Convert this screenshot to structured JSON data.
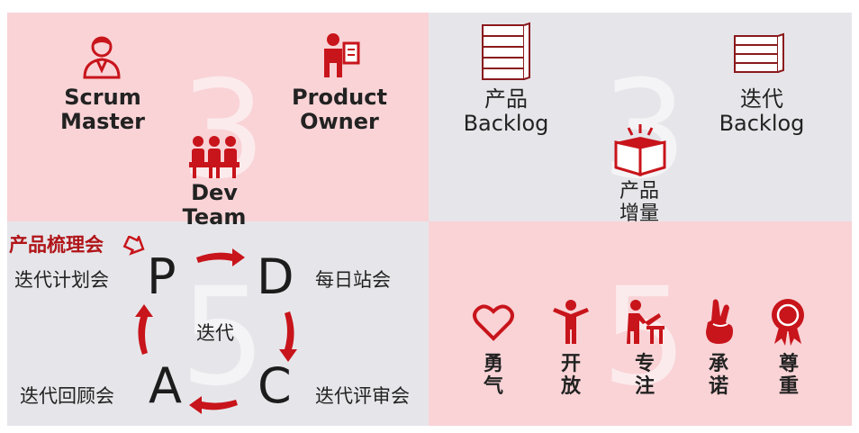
{
  "colors": {
    "accent": "#c8141b",
    "pink_panel": "#f9d3d6",
    "gray_panel": "#e6e6ea"
  },
  "numbers": {
    "roles": "3",
    "artifacts": "3",
    "events": "5",
    "values": "5"
  },
  "roles": {
    "scrum_master": [
      "Scrum",
      "Master"
    ],
    "product_owner": [
      "Product",
      "Owner"
    ],
    "dev_team": [
      "Dev",
      "Team"
    ]
  },
  "artifacts": {
    "product_backlog": [
      "产品",
      "Backlog"
    ],
    "sprint_backlog": [
      "迭代",
      "Backlog"
    ],
    "increment": [
      "产品",
      "增量"
    ]
  },
  "events": {
    "refinement": "产品梳理会",
    "planning": "迭代计划会",
    "daily": "每日站会",
    "sprint": "迭代",
    "retrospective": "迭代回顾会",
    "review": "迭代评审会",
    "p": "P",
    "d": "D",
    "c": "C",
    "a": "A"
  },
  "values": [
    {
      "line1": "勇",
      "line2": "气",
      "icon": "heart-icon"
    },
    {
      "line1": "开",
      "line2": "放",
      "icon": "open-arms-icon"
    },
    {
      "line1": "专",
      "line2": "注",
      "icon": "focus-desk-icon"
    },
    {
      "line1": "承",
      "line2": "诺",
      "icon": "crossed-fingers-icon"
    },
    {
      "line1": "尊",
      "line2": "重",
      "icon": "rosette-icon"
    }
  ]
}
